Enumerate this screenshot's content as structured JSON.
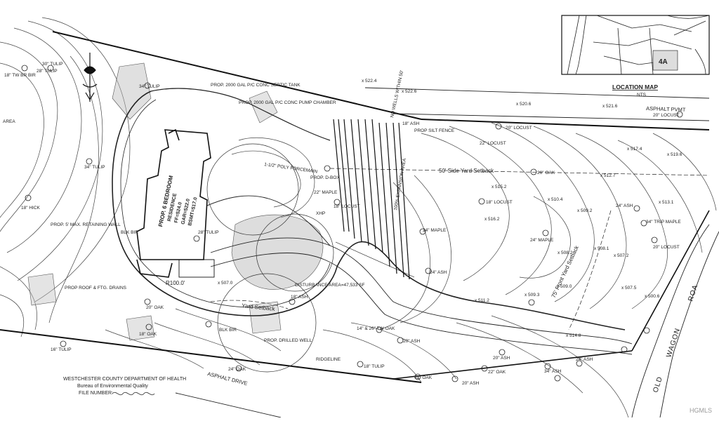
{
  "location_map": {
    "label": "4A",
    "title": "LOCATION MAP",
    "subtitle": "NTS"
  },
  "roads": {
    "top": "ASPHALT PVMT",
    "bottom": "ASPHALT DRIVE",
    "right_1": "OLD",
    "right_2": "WAGON",
    "right_3": "ROA"
  },
  "residence": {
    "line1": "PROP. 6 BEDROOM",
    "line2": "RESIDENCE",
    "line3": "FF=524.0",
    "line4": "GAR=522.0",
    "line5": "BSMT=517.0"
  },
  "septic": {
    "tank": "PROP. 2000 GAL P/C CONC SEPTIC TANK",
    "pump": "PROP. 2000 GAL P/C CONC PUMP CHAMBER",
    "force_main": "1-1/2\" POLY FORCEMAIN",
    "dbox": "PROP. D-BOX",
    "expansion": "100% EXPANSION AREA"
  },
  "labels": {
    "retaining_wall": "PROP. 5' MAX. RETAINING WALL",
    "roof_drains": "PROP ROOF & FTG. DRAINS",
    "drilled_well": "PROP. DRILLED WELL",
    "silt_fence": "PROP SILT FENCE",
    "disturbance": "DISTURBANCE AREA=47,533 SF",
    "side_setback": "50' Side Yard Setback",
    "front_setback": "75' Front Yard Setback",
    "yard_setback": "Yard Setback",
    "ridgeline": "RIDGELINE",
    "radius": "R100.0'",
    "xhp": "XHP",
    "no_wells": "NO WELLS WITHIN 50'",
    "area": "AREA"
  },
  "trees": [
    "18\" TW BR BIR",
    "28\" TULIP",
    "30\" TULIP",
    "34\" TULIP",
    "34\" TULIP",
    "18\" HICK",
    "16\" TULIP",
    "18\" OAK",
    "20\" OAK",
    "28\" TULIP",
    "BLK BIR",
    "18\" ASH",
    "22\" MAPLE",
    "18\" LOCUST",
    "24\" MAPLE",
    "24\" ASH",
    "14\" & 26\" TW OAK",
    "20\" ASH",
    "20\" LOCUST",
    "22\" LOCUST",
    "18\" LOCUST",
    "26\" OAK",
    "24\" MAPLE",
    "24\" ASH",
    "34\" TRIP MAPLE",
    "20\" LOCUST",
    "24\" OAK",
    "22\" OAK",
    "20\" ASH",
    "34\" ASH",
    "20\" ASH",
    "24\" ASH",
    "20\" LOCUST",
    "18\" TULIP",
    "42\" OAK",
    "BLK BIR",
    "18\" ASH"
  ],
  "elevations": [
    "x 522.4",
    "x 520.6",
    "x 521.6",
    "x 517.4",
    "x 519.6",
    "x 512.7",
    "x 515.2",
    "x 510.4",
    "x 509.2",
    "x 513.1",
    "x 516.2",
    "x 508.2",
    "x 508.1",
    "x 507.2",
    "x 509.3",
    "x 509.0",
    "x 507.5",
    "x 511.2",
    "x 514.8",
    "x 507.0",
    "x 500.6",
    "x 522.6"
  ],
  "health_dept": {
    "line1": "WESTCHESTER COUNTY DEPARTMENT OF HEALTH",
    "line2": "Bureau of Environmental Quality",
    "line3": "FILE NUMBER:"
  },
  "watermark": "HGMLS",
  "colors": {
    "ink": "#1a1a1a",
    "paper": "#ffffff",
    "stipple": "#555555"
  }
}
